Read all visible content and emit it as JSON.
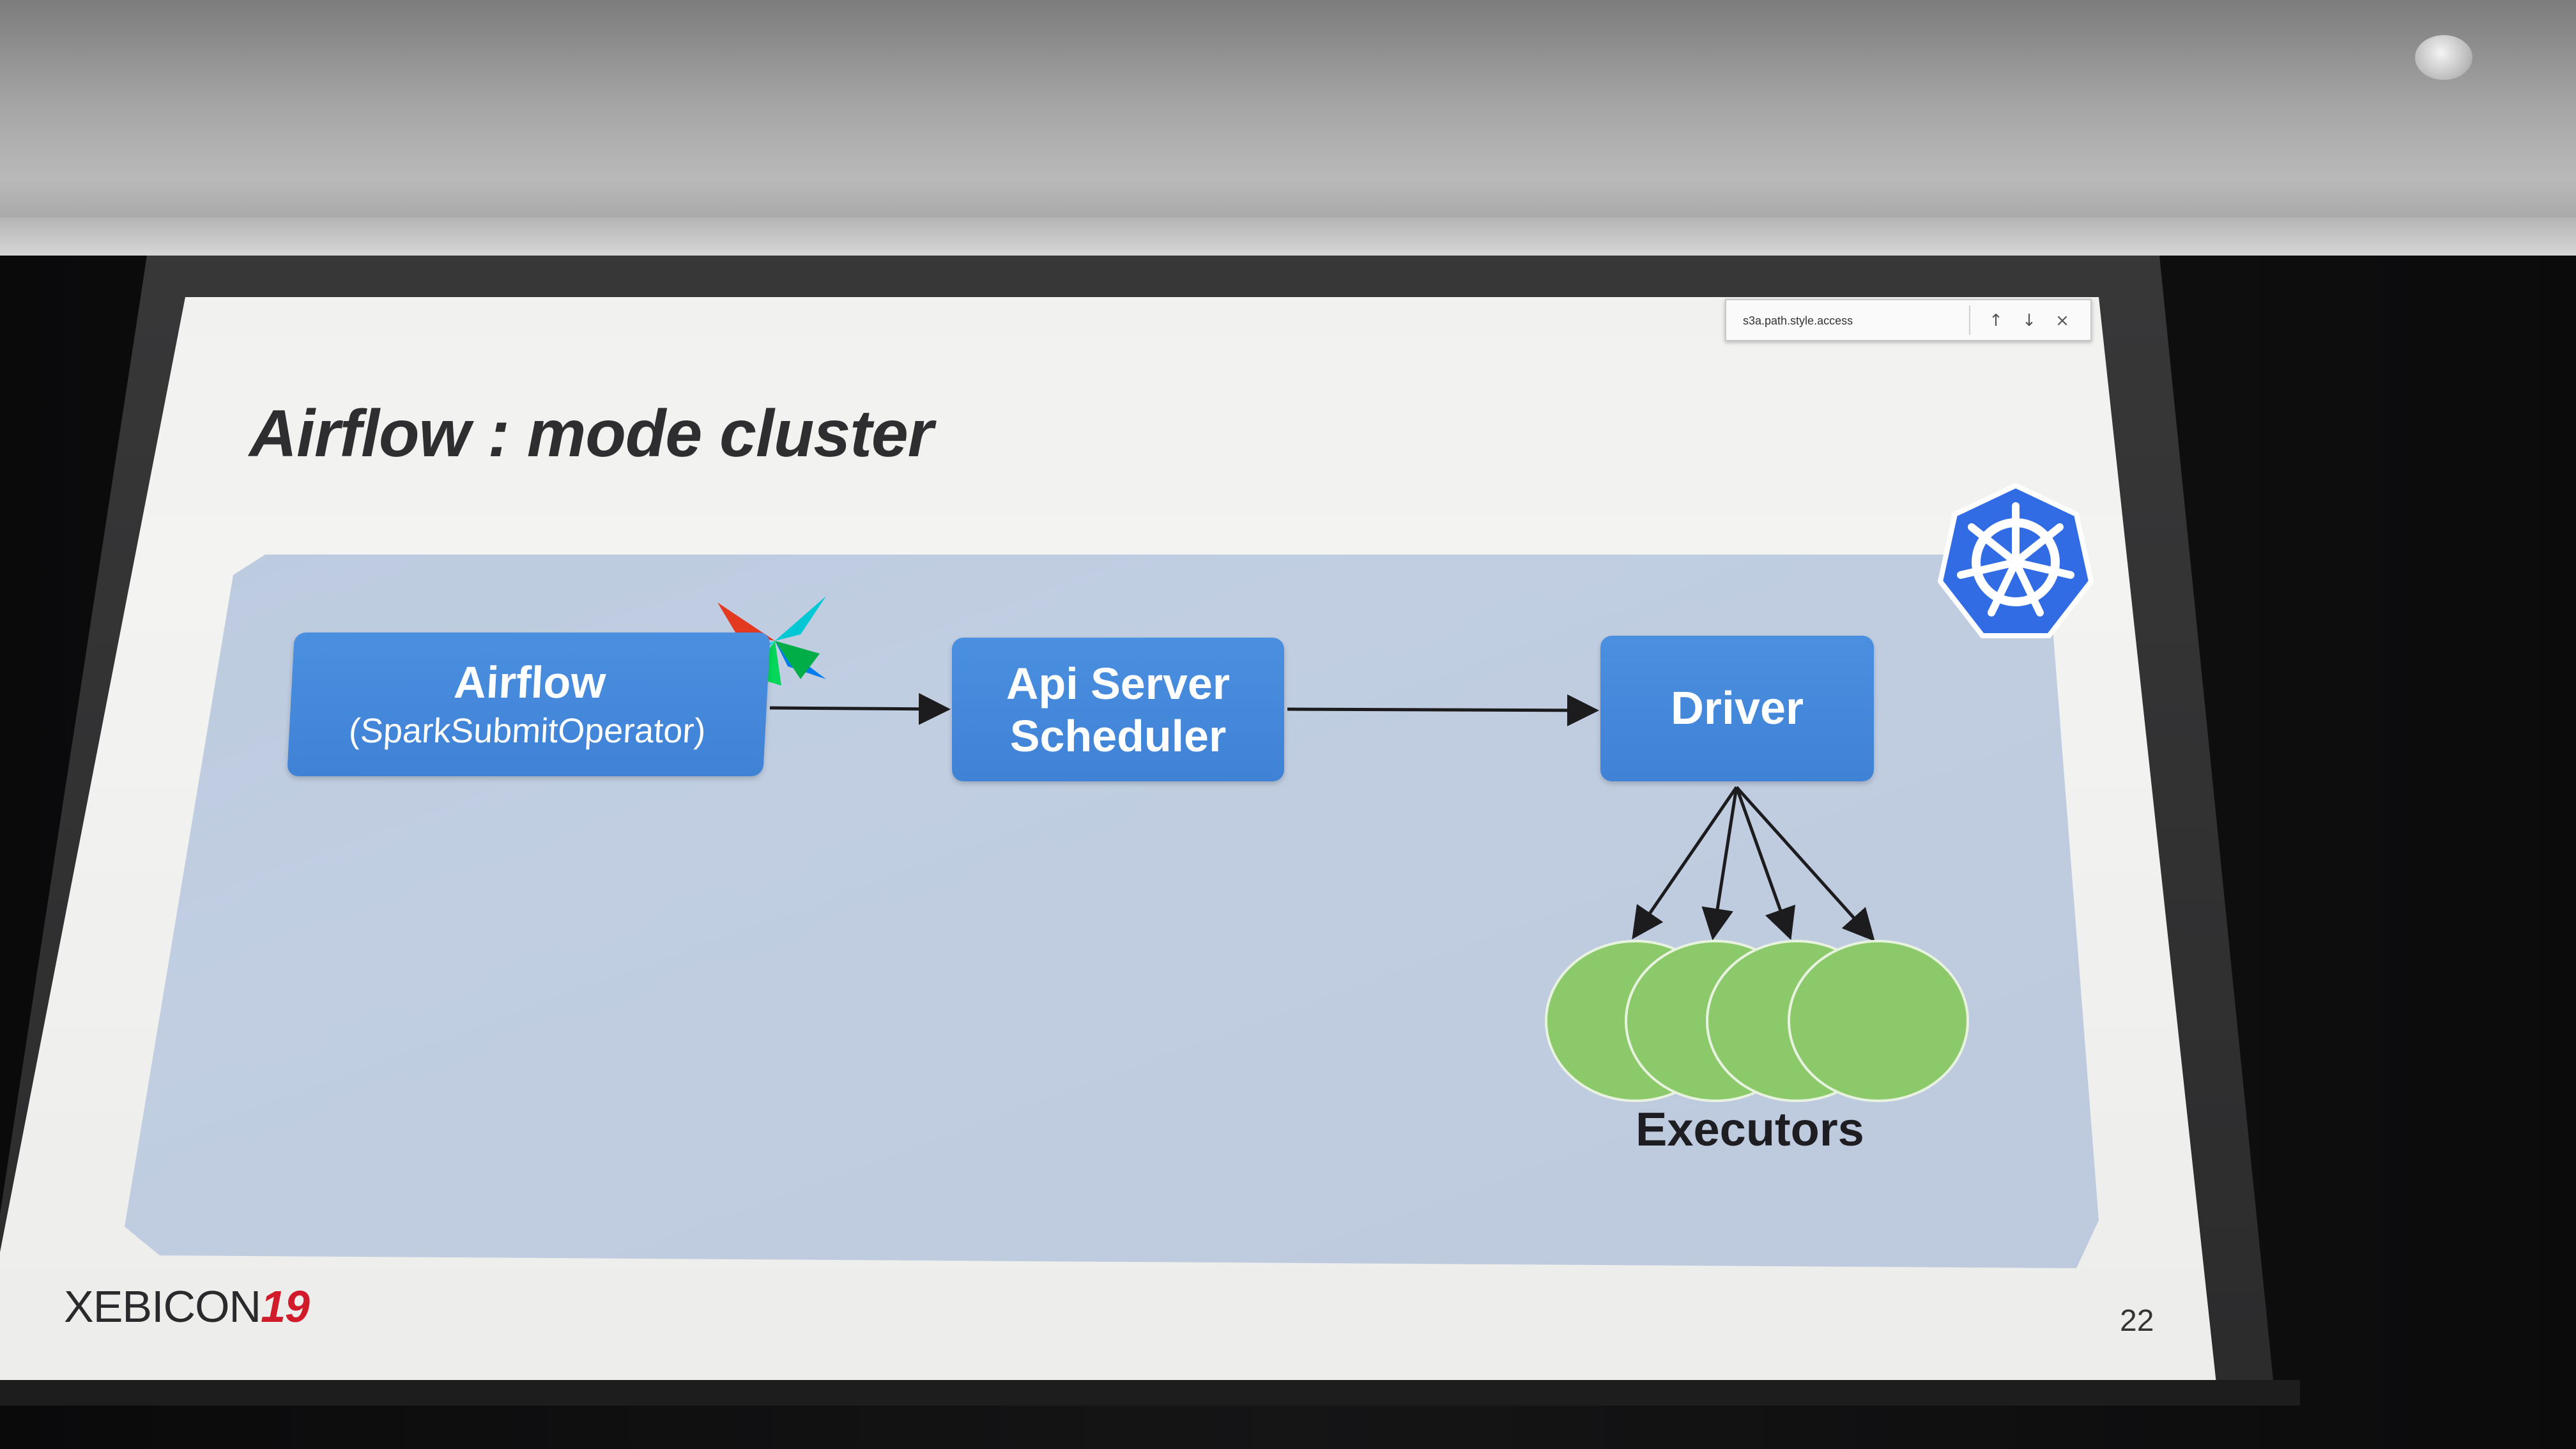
{
  "find_bar": {
    "query": "s3a.path.style.access",
    "prev_icon": "↑",
    "next_icon": "↓",
    "close_icon": "×"
  },
  "slide": {
    "title": "Airflow : mode cluster",
    "page_number": "22",
    "footer": {
      "brand": "XEBICON",
      "year": "19"
    }
  },
  "diagram": {
    "airflow": {
      "title": "Airflow",
      "subtitle": "(SparkSubmitOperator)"
    },
    "api": {
      "line1": "Api Server",
      "line2": "Scheduler"
    },
    "driver": {
      "label": "Driver"
    },
    "executors_label": "Executors",
    "executor_count": 4,
    "icons": [
      "airflow-pinwheel-icon",
      "kubernetes-helm-icon"
    ],
    "colors": {
      "box": "#4287db",
      "executor": "#8cc96a",
      "panel": "#bdcadf",
      "kubernetes": "#326ce5"
    }
  }
}
